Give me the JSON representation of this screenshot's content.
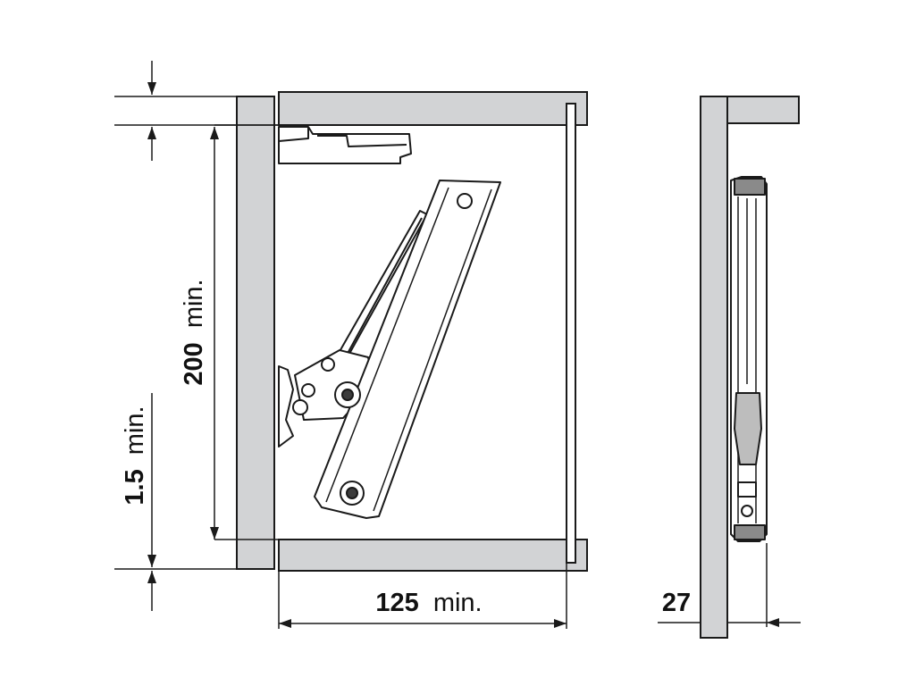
{
  "dimensions": {
    "width": {
      "value": "125",
      "unit": "min."
    },
    "height": {
      "value": "200",
      "unit": "min."
    },
    "gap": {
      "value": "1.5",
      "unit": "min."
    },
    "depth": {
      "value": "27",
      "unit": ""
    }
  },
  "colors": {
    "panel_fill": "#d2d3d5",
    "outline": "#1a1a1a",
    "background": "#ffffff",
    "hardware_dark": "#3c3c3c"
  }
}
